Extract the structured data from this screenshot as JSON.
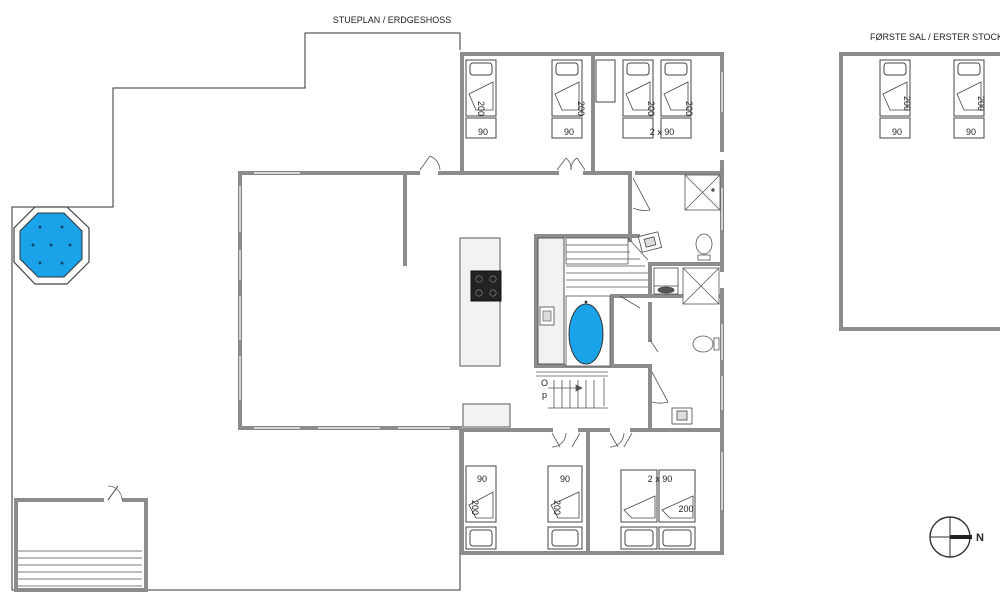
{
  "titles": {
    "ground_floor": "STUEPLAN / ERDGESHOSS",
    "first_floor": "FØRSTE SAL / ERSTER STOCK"
  },
  "beds": {
    "w90": "90",
    "l200": "200",
    "double": "2 x 90"
  },
  "stairs": {
    "op_o": "O",
    "op_p": "p"
  },
  "compass": {
    "north": "N"
  },
  "colors": {
    "wall": "#8c8c8c",
    "line": "#333333",
    "water": "#1aa3e8",
    "counter": "#f2f2f2",
    "cooktop": "#222222"
  }
}
